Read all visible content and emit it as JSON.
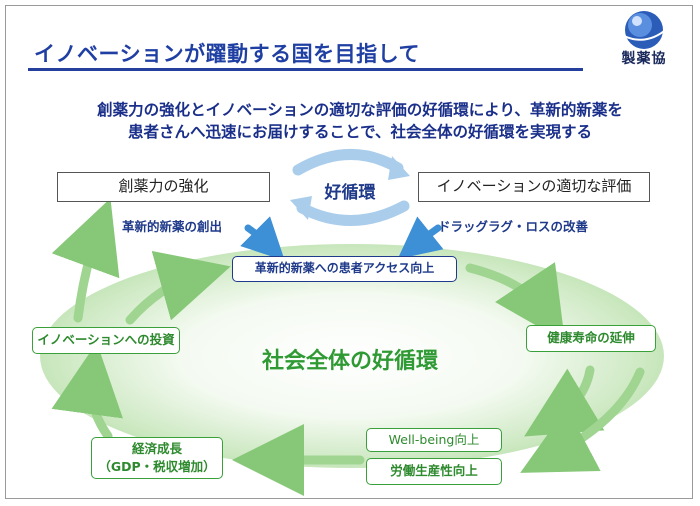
{
  "title": "イノベーションが躍動する国を目指して",
  "logo": {
    "text": "製薬協"
  },
  "subtitle": {
    "line1": "創薬力の強化とイノベーションの適切な評価の好循環により、革新的新薬を",
    "line2": "患者さんへ迅速にお届けすることで、社会全体の好循環を実現する"
  },
  "top_cycle": {
    "label": "好循環",
    "left_box": "創薬力の強化",
    "right_box": "イノベーションの適切な評価",
    "left_caption": "革新的新薬の創出",
    "right_caption": "ドラッグラグ・ロスの改善",
    "center_box": "革新的新薬への患者アクセス向上"
  },
  "society_cycle": {
    "label": "社会全体の好循環",
    "health": "健康寿命の延伸",
    "wellbeing": "Well-being向上",
    "labor": "労働生産性向上",
    "growth_line1": "経済成長",
    "growth_line2": "（GDP・税収増加）",
    "investment": "イノベーションへの投資"
  },
  "colors": {
    "title_blue": "#1f3fa3",
    "box_blue": "#1f3a8a",
    "green_text": "#2e8a2e",
    "arrow_green": "#8fcf80",
    "arrow_blue": "#3d8fd6",
    "ellipse_green": "#cde9c2"
  }
}
